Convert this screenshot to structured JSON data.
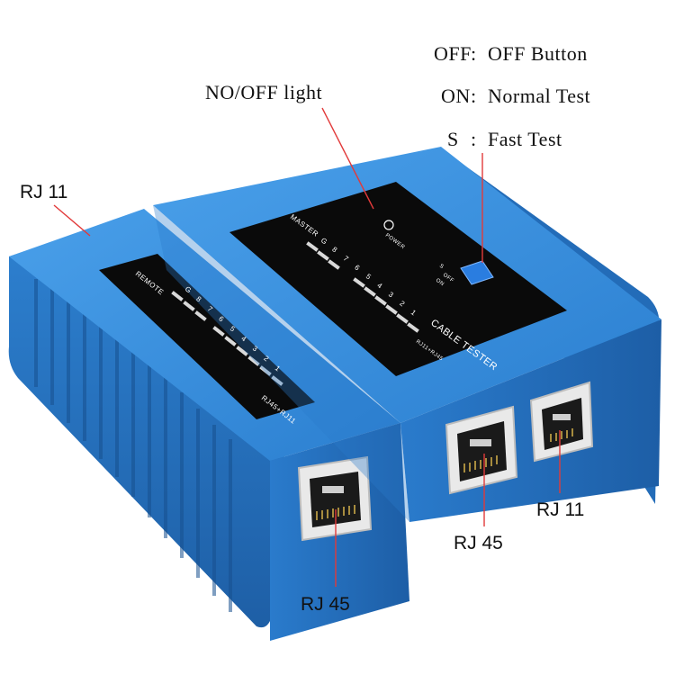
{
  "legend": {
    "off_key": "OFF",
    "off_sep": ":",
    "off_desc": "OFF Button",
    "on_key": "ON",
    "on_sep": ":",
    "on_desc": "Normal Test",
    "s_key": "S",
    "s_sep": ":",
    "s_desc": "Fast Test"
  },
  "callouts": {
    "light": "NO/OFF light",
    "remote_top": "RJ 11",
    "remote_port": "RJ 45",
    "master_port_left": "RJ 45",
    "master_port_right": "RJ 11"
  },
  "device": {
    "remote": {
      "panel_title": "REMOTE",
      "panel_ports": "RJ45+RJ11",
      "pins": [
        "G",
        "8",
        "7",
        "6",
        "5",
        "4",
        "3",
        "2",
        "1"
      ]
    },
    "master": {
      "panel_title": "MASTER",
      "power_label": "POWER",
      "brand": "CABLE TESTER",
      "panel_ports": "RJ11+RJ45",
      "switch_labels": [
        "OFF",
        "ON",
        "S"
      ],
      "pins": [
        "G",
        "8",
        "7",
        "6",
        "5",
        "4",
        "3",
        "2",
        "1"
      ]
    }
  },
  "colors": {
    "body": "#2f86d6",
    "body_dark": "#1f62a8",
    "panel": "#0a0a0a",
    "switch": "#2a7de0"
  }
}
